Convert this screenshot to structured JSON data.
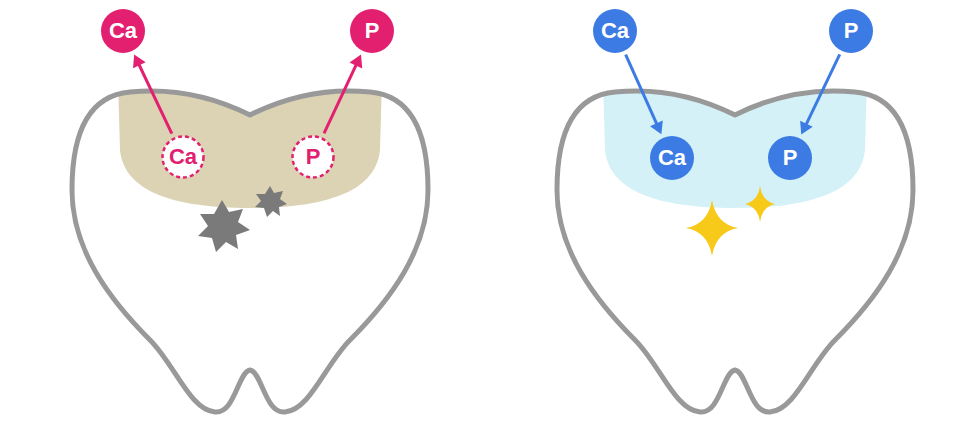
{
  "diagram": {
    "nodes": [
      {
        "text": [
          "Ca"
        ]
      },
      {
        "text": [
          "P"
        ]
      },
      {
        "text": [
          "Ca"
        ]
      },
      {
        "text": [
          "P"
        ]
      },
      {
        "text": [
          "Ca"
        ]
      },
      {
        "text": [
          "P"
        ]
      },
      {
        "text": [
          "Ca"
        ]
      },
      {
        "text": [
          "P"
        ]
      }
    ],
    "edges": [
      {
        "from": 4,
        "to": 0,
        "arrow": "to"
      },
      {
        "from": 5,
        "to": 1,
        "arrow": "to"
      },
      {
        "from": 2,
        "to": 6,
        "arrow": "to"
      },
      {
        "from": 3,
        "to": 7,
        "arrow": "to"
      }
    ]
  }
}
